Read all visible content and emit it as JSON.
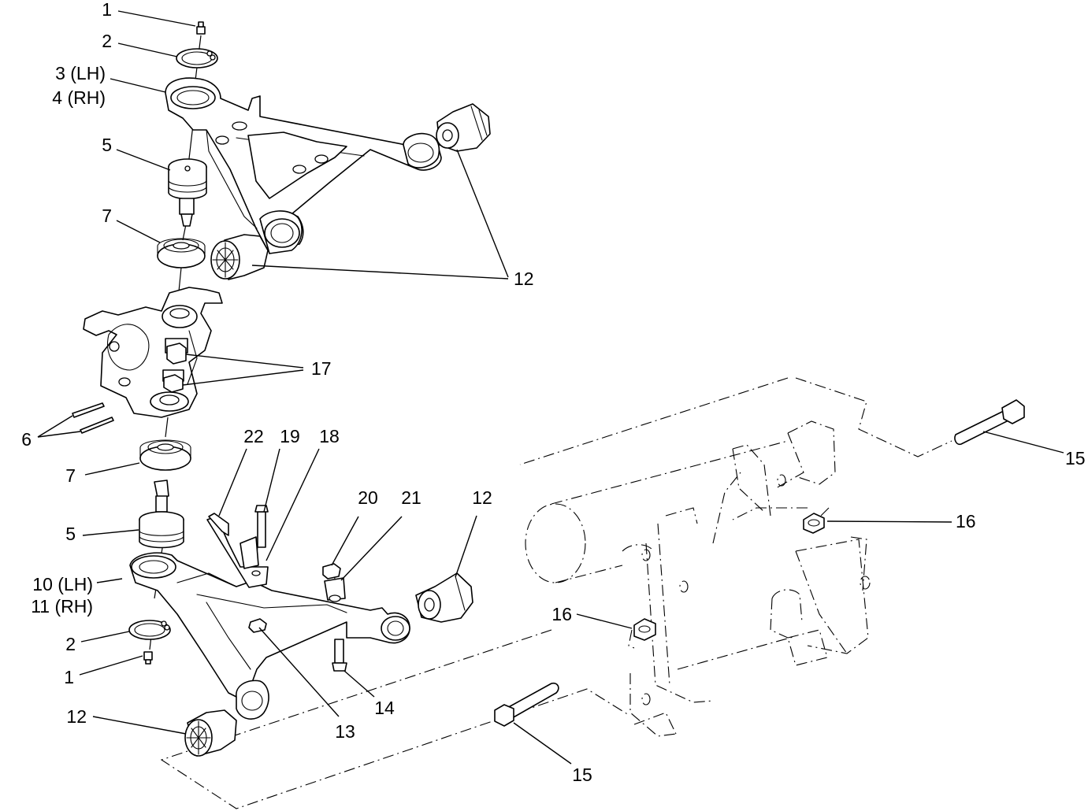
{
  "callouts": [
    {
      "id": "c1-top",
      "text": "1"
    },
    {
      "id": "c2-top",
      "text": "2"
    },
    {
      "id": "c3",
      "text": "3 (LH)"
    },
    {
      "id": "c4",
      "text": "4 (RH)"
    },
    {
      "id": "c5-top",
      "text": "5"
    },
    {
      "id": "c7-top",
      "text": "7"
    },
    {
      "id": "c12-top",
      "text": "12"
    },
    {
      "id": "c17",
      "text": "17"
    },
    {
      "id": "c6",
      "text": "6"
    },
    {
      "id": "c7-bottom",
      "text": "7"
    },
    {
      "id": "c22",
      "text": "22"
    },
    {
      "id": "c19",
      "text": "19"
    },
    {
      "id": "c18",
      "text": "18"
    },
    {
      "id": "c20",
      "text": "20"
    },
    {
      "id": "c21",
      "text": "21"
    },
    {
      "id": "c12-mid",
      "text": "12"
    },
    {
      "id": "c5-bottom",
      "text": "5"
    },
    {
      "id": "c10",
      "text": "10 (LH)"
    },
    {
      "id": "c11",
      "text": "11 (RH)"
    },
    {
      "id": "c2-bottom",
      "text": "2"
    },
    {
      "id": "c1-bottom",
      "text": "1"
    },
    {
      "id": "c12-bottom",
      "text": "12"
    },
    {
      "id": "c13",
      "text": "13"
    },
    {
      "id": "c14",
      "text": "14"
    },
    {
      "id": "c15-top",
      "text": "15"
    },
    {
      "id": "c16-top",
      "text": "16"
    },
    {
      "id": "c16-bottom",
      "text": "16"
    },
    {
      "id": "c15-bottom",
      "text": "15"
    }
  ]
}
